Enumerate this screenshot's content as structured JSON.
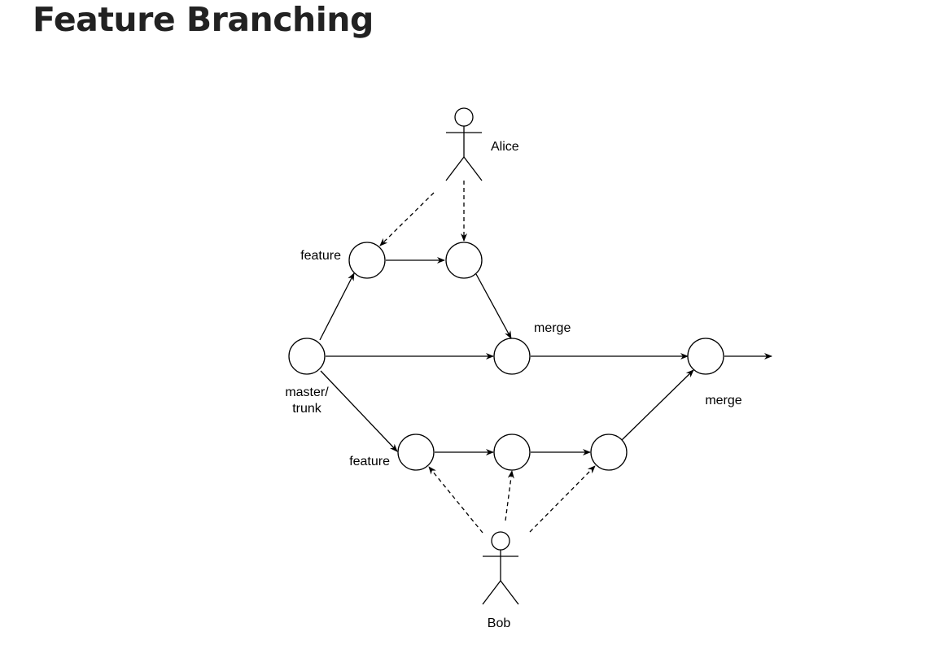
{
  "page": {
    "title": "Feature Branching"
  },
  "diagram": {
    "actors": [
      {
        "id": "alice",
        "label": "Alice"
      },
      {
        "id": "bob",
        "label": "Bob"
      }
    ],
    "labels": {
      "feature_top": "feature",
      "feature_bottom": "feature",
      "master_line1": "master/",
      "master_line2": "trunk",
      "merge_top": "merge",
      "merge_right": "merge"
    },
    "nodes": [
      "master",
      "feature-top-1",
      "feature-top-2",
      "merge-top",
      "feature-bottom-1",
      "feature-bottom-2",
      "feature-bottom-3",
      "merge-right"
    ],
    "edges": [
      {
        "from": "master",
        "to": "feature-top-1",
        "style": "solid"
      },
      {
        "from": "feature-top-1",
        "to": "feature-top-2",
        "style": "solid"
      },
      {
        "from": "feature-top-2",
        "to": "merge-top",
        "style": "solid"
      },
      {
        "from": "master",
        "to": "merge-top",
        "style": "solid"
      },
      {
        "from": "merge-top",
        "to": "merge-right",
        "style": "solid"
      },
      {
        "from": "master",
        "to": "feature-bottom-1",
        "style": "solid"
      },
      {
        "from": "feature-bottom-1",
        "to": "feature-bottom-2",
        "style": "solid"
      },
      {
        "from": "feature-bottom-2",
        "to": "feature-bottom-3",
        "style": "solid"
      },
      {
        "from": "feature-bottom-3",
        "to": "merge-right",
        "style": "solid"
      },
      {
        "from": "merge-right",
        "to": "out",
        "style": "solid"
      },
      {
        "from": "alice",
        "to": "feature-top-1",
        "style": "dashed"
      },
      {
        "from": "alice",
        "to": "feature-top-2",
        "style": "dashed"
      },
      {
        "from": "bob",
        "to": "feature-bottom-1",
        "style": "dashed"
      },
      {
        "from": "bob",
        "to": "feature-bottom-2",
        "style": "dashed"
      },
      {
        "from": "bob",
        "to": "feature-bottom-3",
        "style": "dashed"
      }
    ]
  }
}
